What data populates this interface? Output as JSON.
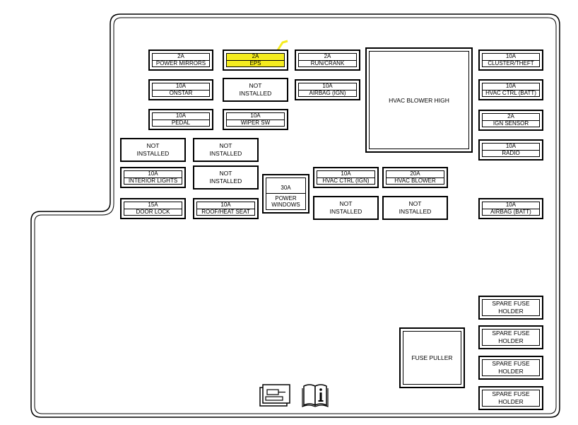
{
  "colors": {
    "highlight": "#f5ec1e",
    "line": "#000000"
  },
  "fuses": [
    {
      "id": "power-mirrors",
      "amp": "2A",
      "label": "POWER MIRRORS"
    },
    {
      "id": "eps",
      "amp": "2A",
      "label": "EPS",
      "highlight": true
    },
    {
      "id": "run-crank",
      "amp": "2A",
      "label": "RUN/CRANK"
    },
    {
      "id": "onstar",
      "amp": "10A",
      "label": "ONSTAR"
    },
    {
      "id": "airbag-ign",
      "amp": "10A",
      "label": "AIRBAG (IGN)"
    },
    {
      "id": "pedal",
      "amp": "10A",
      "label": "PEDAL"
    },
    {
      "id": "wiper-sw",
      "amp": "10A",
      "label": "WIPER SW"
    },
    {
      "id": "interior-lights",
      "amp": "10A",
      "label": "INTERIOR LIGHTS"
    },
    {
      "id": "hvac-ctrl-ign",
      "amp": "10A",
      "label": "HVAC CTRL (IGN)"
    },
    {
      "id": "hvac-blower",
      "amp": "20A",
      "label": "HVAC BLOWER"
    },
    {
      "id": "door-lock",
      "amp": "15A",
      "label": "DOOR LOCK"
    },
    {
      "id": "roof-heat-seat",
      "amp": "10A",
      "label": "ROOF/HEAT SEAT"
    },
    {
      "id": "cluster-theft",
      "amp": "10A",
      "label": "CLUSTER/THEFT"
    },
    {
      "id": "hvac-ctrl-batt",
      "amp": "10A",
      "label": "HVAC CTRL (BATT)"
    },
    {
      "id": "ign-sensor",
      "amp": "2A",
      "label": "IGN SENSOR"
    },
    {
      "id": "radio",
      "amp": "10A",
      "label": "RADIO"
    },
    {
      "id": "airbag-batt",
      "amp": "10A",
      "label": "AIRBAG (BATT)"
    }
  ],
  "not_installed": {
    "line1": "NOT",
    "line2": "INSTALLED"
  },
  "power_windows": {
    "amp": "30A",
    "line1": "POWER",
    "line2": "WINDOWS"
  },
  "hvac_blower_high": "HVAC BLOWER HIGH",
  "fuse_puller": "FUSE PULLER",
  "spare": {
    "line1": "SPARE FUSE",
    "line2": "HOLDER"
  },
  "icons": [
    "fuse-block-icon",
    "owner-manual-icon"
  ]
}
